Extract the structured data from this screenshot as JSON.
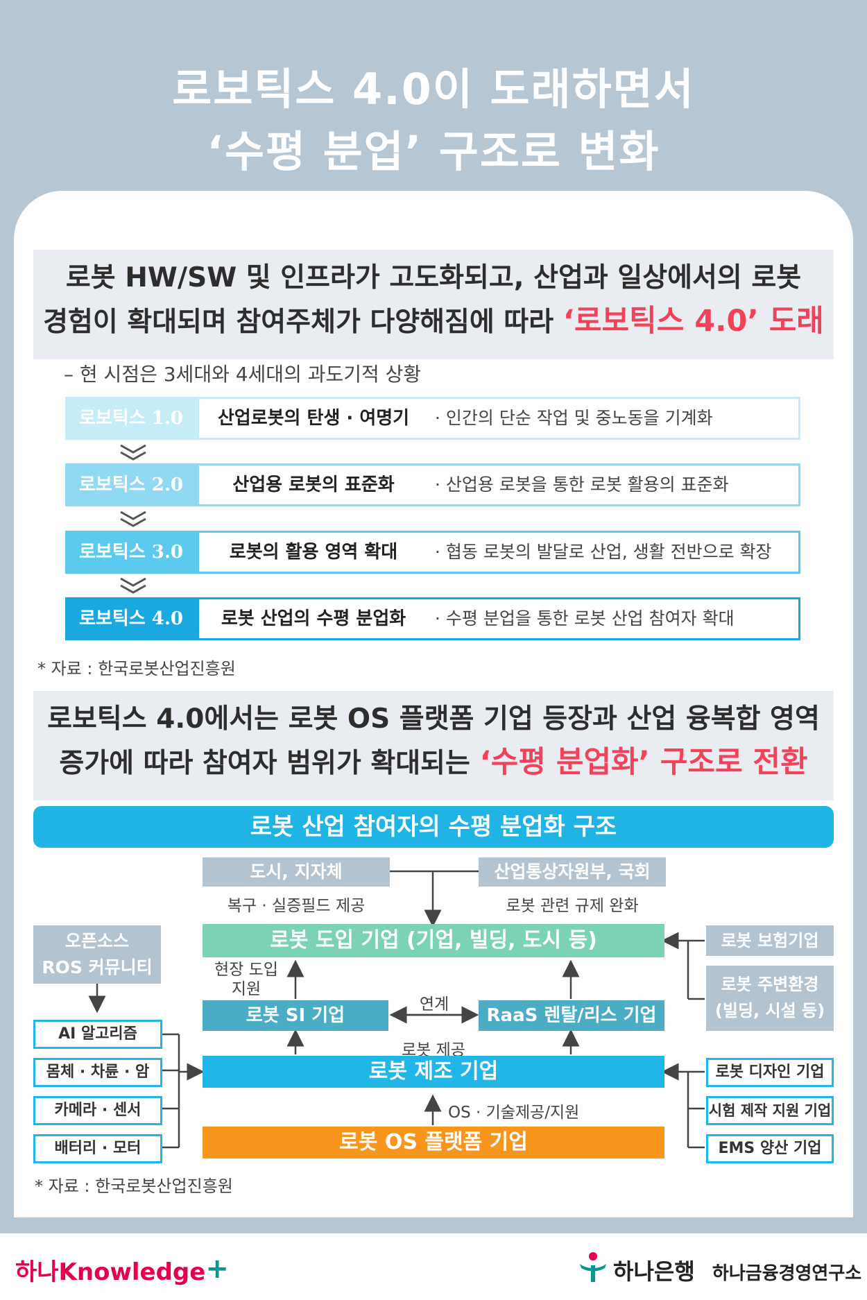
{
  "title": {
    "line1": "로보틱스 4.0이 도래하면서",
    "line2": "‘수평 분업’ 구조로 변화"
  },
  "section1": {
    "headline_line1": "로봇 HW/SW 및 인프라가 고도화되고, 산업과 일상에서의 로봇",
    "headline_line2_prefix": "경험이 확대되며 참여주체가 다양해짐에 따라 ",
    "headline_highlight": "‘로보틱스 4.0’ 도래",
    "subnote": "– 현 시점은 3세대와 4세대의 과도기적 상황",
    "generations": [
      {
        "label": "로보틱스 1.0",
        "name": "산업로봇의 탄생 · 여명기",
        "desc": "· 인간의 단순 작업 및 중노동을 기계화",
        "color": "#c6ecf8"
      },
      {
        "label": "로보틱스 2.0",
        "name": "산업용 로봇의 표준화",
        "desc": "· 산업용 로봇을 통한 로봇 활용의 표준화",
        "color": "#8fd9f2"
      },
      {
        "label": "로보틱스 3.0",
        "name": "로봇의 활용 영역 확대",
        "desc": "· 협동 로봇의 발달로 산업, 생활 전반으로 확장",
        "color": "#5ccaee"
      },
      {
        "label": "로보틱스 4.0",
        "name": "로봇 산업의 수평 분업화",
        "desc": "· 수평 분업을 통한 로봇 산업 참여자 확대",
        "color": "#19a9e0"
      }
    ],
    "source": "* 자료 : 한국로봇산업진흥원"
  },
  "section2": {
    "headline_line1": "로보틱스 4.0에서는 로봇 OS 플랫폼 기업 등장과 산업 융복합 영역",
    "headline_line2_prefix": "증가에 따라 참여자 범위가 확대되는 ",
    "headline_highlight": "‘수평 분업화’ 구조로 전환",
    "diagram_title": "로봇 산업 참여자의 수평 분업화 구조",
    "city": "도시, 지자체",
    "city_caption": "복구 · 실증필드 제공",
    "ministry": "산업통상자원부, 국회",
    "ministry_caption": "로봇 관련 규제 완화",
    "adopter": "로봇 도입 기업 (기업, 빌딩, 도시 등)",
    "field_support": "현장 도입\n지원",
    "si": "로봇 SI 기업",
    "link": "연계",
    "raas": "RaaS 렌탈/리스 기업",
    "supply": "로봇 제공",
    "maker": "로봇 제조 기업",
    "os_caption": "OS · 기술제공/지원",
    "os_platform": "로봇 OS 플랫폼 기업",
    "open_source_1": "오픈소스",
    "open_source_2": "ROS 커뮤니티",
    "left_items": [
      "AI 알고리즘",
      "몸체 · 차륜 · 암",
      "카메라 · 센서",
      "배터리 · 모터"
    ],
    "insurance": "로봇 보험기업",
    "env_1": "로봇 주변환경",
    "env_2": "(빌딩, 시설 등)",
    "right_items": [
      "로봇 디자인 기업",
      "시험 제작 지원 기업",
      "EMS 양산 기업"
    ],
    "source": "* 자료 : 한국로봇산업진흥원"
  },
  "footer": {
    "left_brand": "하나Knowledge",
    "left_plus": "+",
    "bank": "하나은행",
    "institute": "하나금융경영연구소"
  }
}
